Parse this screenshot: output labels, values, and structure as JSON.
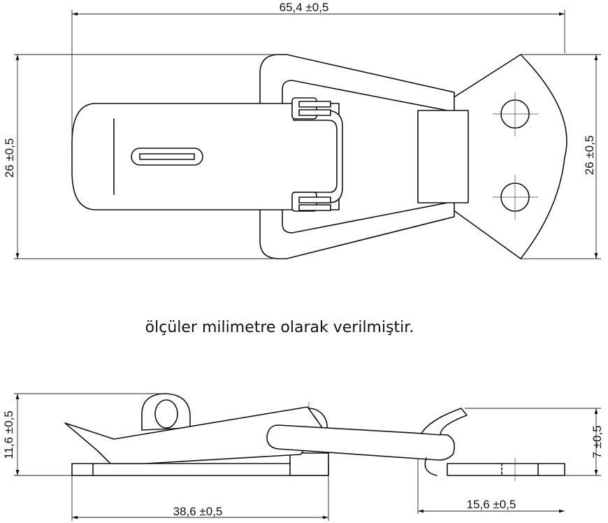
{
  "dimensions": {
    "overall_length": "65,4 ±0,5",
    "left_height": "26 ±0,5",
    "right_height": "26 ±0,5",
    "side_height": "11,6 ±0,5",
    "base_length": "38,6 ±0,5",
    "catch_height": "7 ±0,5",
    "catch_length": "15,6 ±0,5"
  },
  "note": "ölçüler milimetre olarak verilmiştir."
}
